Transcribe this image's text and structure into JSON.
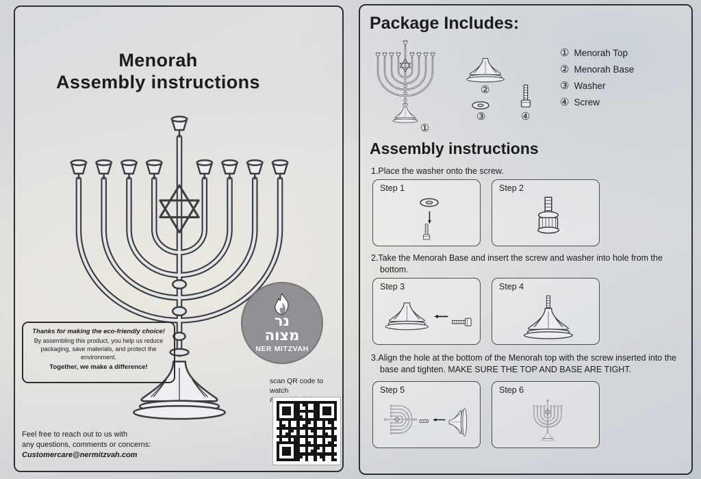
{
  "left_panel": {
    "title_line1": "Menorah",
    "title_line2": "Assembly instructions",
    "eco_box": {
      "heading": "Thanks for making the eco-friendly choice!",
      "body": "By assembling this product, you help us reduce packaging, save materials, and protect the environment.",
      "footer": "Together, we make a difference!"
    },
    "logo": {
      "hebrew_line1": "נר",
      "hebrew_line2": "מצוה",
      "brand": "NER MITZVAH"
    },
    "qr_label_line1": "scan QR code to watch",
    "qr_label_line2": "assembly video :",
    "contact_line1": "Feel free to reach out to us with",
    "contact_line2": "any questions, comments or concerns:",
    "contact_email": "Customercare@nermitzvah.com"
  },
  "right_panel": {
    "package_heading": "Package Includes:",
    "parts": [
      {
        "num": "①",
        "label": "Menorah Top"
      },
      {
        "num": "②",
        "label": "Menorah Base"
      },
      {
        "num": "③",
        "label": "Washer"
      },
      {
        "num": "④",
        "label": "Screw"
      }
    ],
    "assembly_heading": "Assembly instructions",
    "instruction_1": "1.Place the washer onto the screw.",
    "instruction_2": "2.Take the Menorah Base and insert the screw and washer into hole from the bottom.",
    "instruction_3": "3.Align the hole at the bottom of the Menorah top with the screw inserted into the base and tighten. MAKE SURE THE TOP AND BASE ARE TIGHT.",
    "steps": [
      {
        "label": "Step 1"
      },
      {
        "label": "Step 2"
      },
      {
        "label": "Step 3"
      },
      {
        "label": "Step 4"
      },
      {
        "label": "Step 5"
      },
      {
        "label": "Step 6"
      }
    ]
  },
  "colors": {
    "ink": "#1c1c1c",
    "line_art": "#3a3e42",
    "logo_gray": "#8f9194"
  }
}
